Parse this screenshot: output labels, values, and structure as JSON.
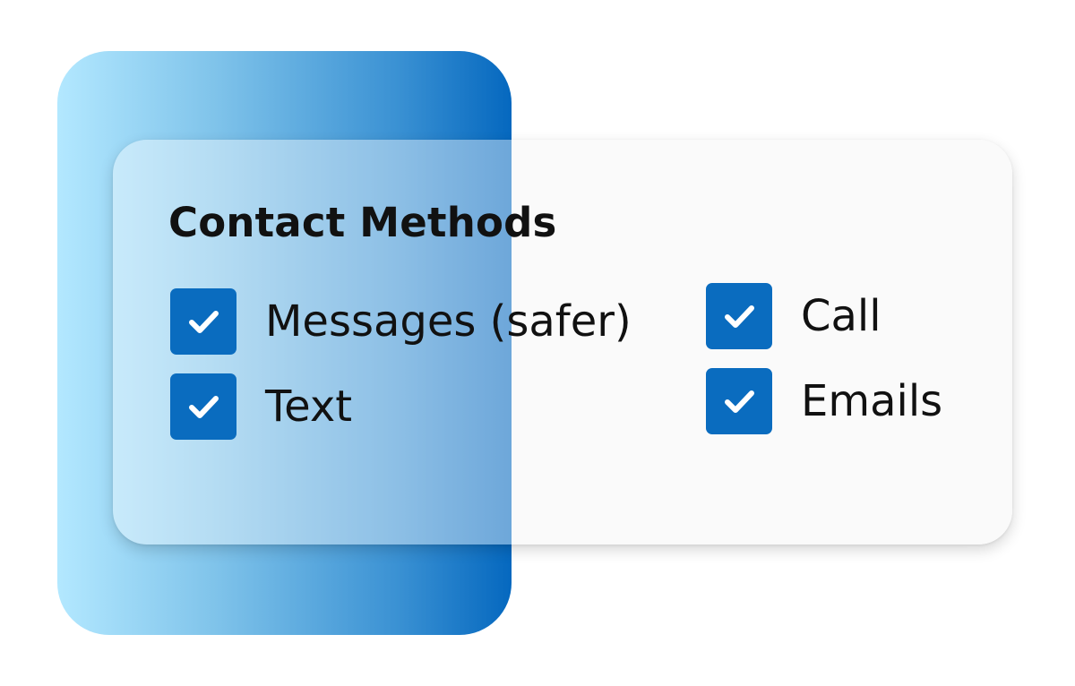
{
  "contact_methods": {
    "title": "Contact Methods",
    "options": [
      {
        "label": "Messages (safer)",
        "checked": true
      },
      {
        "label": "Text",
        "checked": true
      },
      {
        "label": "Call",
        "checked": true
      },
      {
        "label": "Emails",
        "checked": true
      }
    ]
  },
  "colors": {
    "checkbox": "#0a6cbf",
    "gradient_start": "#b3e8ff",
    "gradient_end": "#0568bf"
  },
  "icons": {
    "checkbox_checked": "checkmark-icon"
  }
}
